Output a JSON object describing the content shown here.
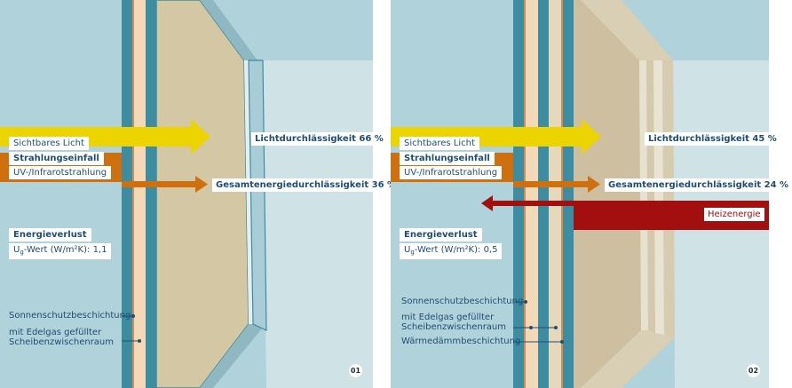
{
  "panels": [
    {
      "number": "01",
      "visible_light": "Sichtbares Licht",
      "radiation_incidence": "Strahlungseinfall",
      "uv_ir": "UV-/Infrarotstrahlung",
      "light_transmission": "Lichtdurchlässigkeit 66 %",
      "total_energy_transmission": "Gesamtenergiedurchlässigkeit 36 %",
      "energy_loss": "Energieverlust",
      "u_value_prefix": "U",
      "u_value_sub": "g",
      "u_value_suffix": "-Wert (W/m²K): 1,1",
      "callouts": [
        "Sonnenschutzbeschichtung",
        "mit Edelgas gefüllter",
        "Scheibenzwischenraum"
      ]
    },
    {
      "number": "02",
      "visible_light": "Sichtbares Licht",
      "radiation_incidence": "Strahlungseinfall",
      "uv_ir": "UV-/Infrarotstrahlung",
      "light_transmission": "Lichtdurchlässigkeit 45 %",
      "total_energy_transmission": "Gesamtenergiedurchlässigkeit 24 %",
      "heating_energy": "Heizenergie",
      "energy_loss": "Energieverlust",
      "u_value_prefix": "U",
      "u_value_sub": "g",
      "u_value_suffix": "-Wert (W/m²K): 0,5",
      "callouts": [
        "Sonnenschutzbeschichtung",
        "mit Edelgas gefüllter",
        "Scheibenzwischenraum",
        "Wärmedämmbeschichtung"
      ]
    }
  ],
  "colors": {
    "background": "#b0d2da",
    "light_arrow": "#ecd400",
    "energy_arrow": "#cf6f0e",
    "heat_arrow": "#a30e0e",
    "glass_edge": "#3c8da2",
    "glass_face": "#d3c8a3"
  }
}
